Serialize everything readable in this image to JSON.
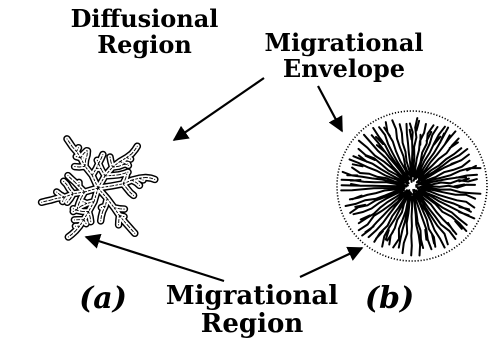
{
  "labels": {
    "diffusional_line1": "Diffusional",
    "diffusional_line2": "Region",
    "migrational_envelope_line1": "Migrational",
    "migrational_envelope_line2": "Envelope",
    "migrational_region_line1": "Migrational",
    "migrational_region_line2": "Region",
    "panel_a": "(a)",
    "panel_b": "(b)"
  },
  "colors": {
    "ink": "#000000",
    "background": "#ffffff"
  },
  "panels": {
    "a": {
      "structure": "fractal dendrite aggregate",
      "main_arms": 6
    },
    "b": {
      "structure": "dense radial aggregate bounded by circular envelope"
    }
  }
}
